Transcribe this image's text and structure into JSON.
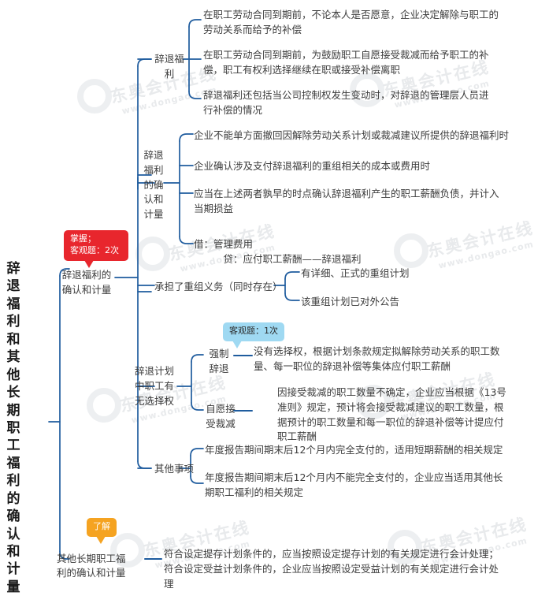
{
  "meta": {
    "title": "辞退福利和其他长期职工福利的确认和计量",
    "accent_line_color": "#1f5c9e",
    "text_color": "#3d3d3d",
    "background": "#ffffff"
  },
  "root": {
    "label": "辞退福利和其他长期职工福利的确认和计量",
    "chars": [
      "辞",
      "退",
      "福",
      "利",
      "和",
      "其",
      "他",
      "长",
      "期",
      "职",
      "工",
      "福",
      "利",
      "的",
      "确",
      "认",
      "和",
      "计",
      "量"
    ]
  },
  "watermark": {
    "brand": "东奥会计在线",
    "url": "www.dongao.com"
  },
  "badges": {
    "red": {
      "text": "掌握；\n客观题：2次",
      "color": "#e8262d"
    },
    "blue": {
      "text": "客观题：1次",
      "color": "#9fd9f2"
    },
    "orange": {
      "text": "了解",
      "color": "#f5a321"
    }
  },
  "branches": [
    {
      "id": "b1",
      "label": "辞退福利的确认和计量",
      "label_display": "辞退福利的\n确认和计量",
      "children": [
        {
          "id": "b1c1",
          "label": "辞退福利",
          "leaves": [
            "在职工劳动合同到期前，不论本人是否愿意，企业决定解除与职工的\n劳动关系而给予的补偿",
            "在职工劳动合同到期前，为鼓励职工自愿接受裁减而给予职工的补\n偿，职工有权利选择继续在职或接受补偿离职",
            "辞退福利还包括当公司控制权发生变动时，对辞退的管理层人员进\n行补偿的情况"
          ]
        },
        {
          "id": "b1c2",
          "label": "辞退福利的确认和计量",
          "label_display": "辞退\n福利\n的确\n认和\n计量",
          "leaves": [
            "企业不能单方面撤回因解除劳动关系计划或裁减建议所提供的辞退福利时",
            "企业确认涉及支付辞退福利的重组相关的成本或费用时",
            "应当在上述两者孰早的时点确认辞退福利产生的职工薪酬负债，并计入\n当期损益",
            "借：管理费用\n　　　贷：应付职工薪酬——辞退福利"
          ]
        },
        {
          "id": "b1c3",
          "label": "承担了重组义务（同时存在）",
          "leaves": [
            "有详细、正式的重组计划",
            "该重组计划已对外公告"
          ]
        },
        {
          "id": "b1c4",
          "label": "辞退计划中职工有无选择权",
          "label_display": "辞退计划\n中职工有\n无选择权",
          "subnodes": [
            {
              "label": "强制辞退",
              "label_display": "强制\n辞退",
              "text": "没有选择权，根据计划条款规定拟解除劳动关系的职工数\n量、每一职位的辞退补偿等集体应付职工薪酬"
            },
            {
              "label": "自愿接受裁减",
              "label_display": "自愿接\n受裁减",
              "text": "因接受裁减的职工数量不确定，企业应当根据《13号\n准则》规定，预计将会接受裁减建议的职工数量，根\n据预计的职工数量和每一职位的辞退补偿等计提应付\n职工薪酬"
            }
          ]
        },
        {
          "id": "b1c5",
          "label": "其他事项",
          "leaves": [
            "年度报告期间期末后12个月内完全支付的，适用短期薪酬的相关规定",
            "年度报告期间期末后12个月内不能完全支付的，企业应当适用其他长\n期职工福利的相关规定"
          ]
        }
      ]
    },
    {
      "id": "b2",
      "label": "其他长期职工福利的确认和计量",
      "label_display": "其他长期职工福\n利的确认和计量",
      "leaves": [
        "符合设定提存计划条件的，应当按照设定提存计划的有关规定进行会计处理；\n符合设定受益计划条件的，企业应当按照设定受益计划的有关规定进行会计处\n理"
      ]
    }
  ]
}
